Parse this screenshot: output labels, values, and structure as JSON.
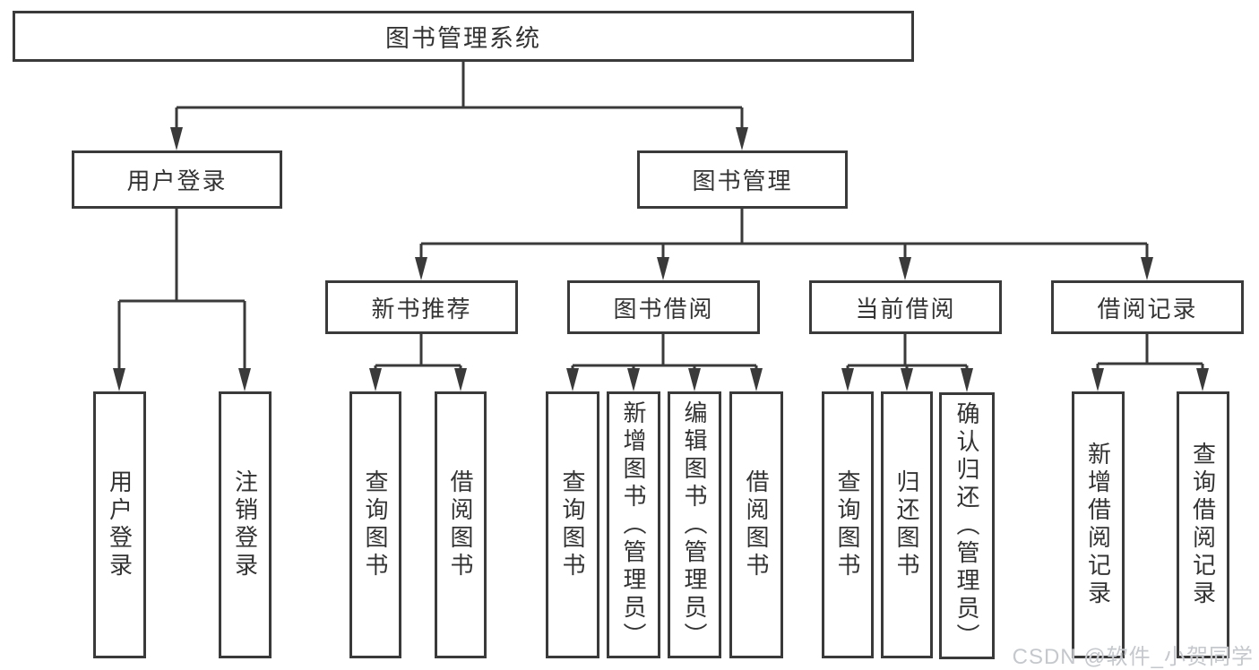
{
  "diagram": {
    "root": {
      "label": "图书管理系统"
    },
    "level2": {
      "user_login": {
        "label": "用户登录",
        "children": {
          "login": "用户登录",
          "logout": "注销登录"
        }
      },
      "book_management": {
        "label": "图书管理"
      }
    },
    "level3": {
      "new_books": {
        "label": "新书推荐",
        "children": {
          "query": "查询图书",
          "borrow": "借阅图书"
        }
      },
      "book_borrowing": {
        "label": "图书借阅",
        "children": {
          "query": "查询图书",
          "add": "新增图书（管理员）",
          "edit": "编辑图书（管理员）",
          "borrow": "借阅图书"
        }
      },
      "current_borrowing": {
        "label": "当前借阅",
        "children": {
          "query": "查询图书",
          "return": "归还图书",
          "confirm_return": "确认归还（管理员）"
        }
      },
      "borrowing_records": {
        "label": "借阅记录",
        "children": {
          "add_record": "新增借阅记录",
          "query_record": "查询借阅记录"
        }
      }
    },
    "colors": {
      "line": "#3a3a3a",
      "text": "#333333",
      "background": "#ffffff"
    }
  },
  "watermark": {
    "text": "CSDN @软件_小贺同学",
    "color": "#c5c8cc"
  }
}
